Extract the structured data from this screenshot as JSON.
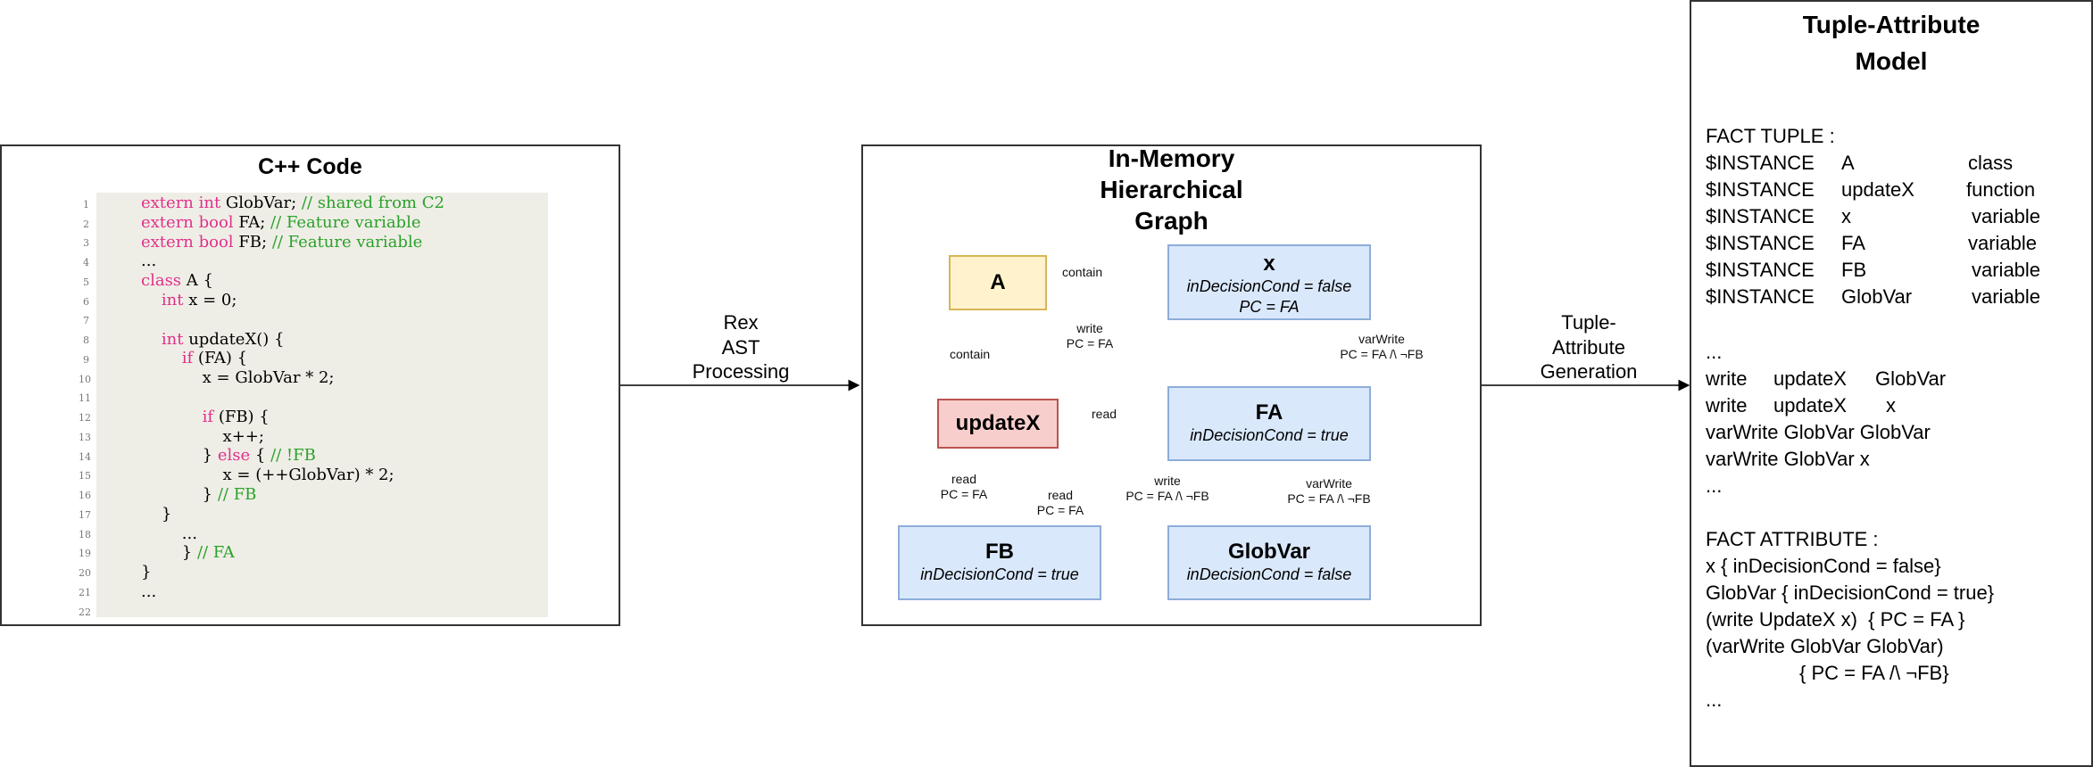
{
  "cpp_panel": {
    "title": "C++ Code",
    "line_numbers": [
      "1",
      "2",
      "3",
      "4",
      "5",
      "6",
      "7",
      "8",
      "9",
      "10",
      "11",
      "12",
      "13",
      "14",
      "15",
      "16",
      "17",
      "18",
      "19",
      "20",
      "21",
      "22"
    ]
  },
  "arrow_labels": {
    "rex": [
      "Rex",
      "AST",
      "Processing"
    ],
    "tuple_gen": [
      "Tuple-",
      "Attribute",
      "Generation"
    ]
  },
  "graph_panel": {
    "title": [
      "In-Memory",
      "Hierarchical",
      "Graph"
    ],
    "nodes": {
      "A": {
        "label": "A"
      },
      "updateX": {
        "label": "updateX"
      },
      "x": {
        "label": "x",
        "details": [
          "inDecisionCond = false",
          "PC = FA"
        ]
      },
      "FA": {
        "label": "FA",
        "details": [
          "inDecisionCond = true"
        ]
      },
      "FB": {
        "label": "FB",
        "details": [
          "inDecisionCond = true"
        ]
      },
      "GlobVar": {
        "label": "GlobVar",
        "details": [
          "inDecisionCond = false"
        ]
      }
    },
    "edges": {
      "a_x": [
        "contain"
      ],
      "a_updatex": [
        "contain"
      ],
      "updatex_x": [
        "write",
        "PC = FA"
      ],
      "updatex_fa": [
        "read"
      ],
      "updatex_fb": [
        "read",
        "PC = FA"
      ],
      "updatex_globvar_read": [
        "read",
        "PC = FA"
      ],
      "updatex_globvar_write": [
        "write",
        "PC = FA /\\ ¬FB"
      ],
      "globvar_self": [
        "varWrite",
        "PC = FA /\\ ¬FB"
      ],
      "globvar_x": [
        "varWrite",
        "PC = FA /\\ ¬FB"
      ]
    }
  },
  "model_panel": {
    "title": [
      "Tuple-Attribute",
      "Model"
    ],
    "fact_tuple_header": "FACT TUPLE :",
    "instance_rows": [
      [
        "$INSTANCE",
        "A",
        "class"
      ],
      [
        "$INSTANCE",
        "updateX",
        "function"
      ],
      [
        "$INSTANCE",
        "x",
        "variable"
      ],
      [
        "$INSTANCE",
        "FA",
        "variable"
      ],
      [
        "$INSTANCE",
        "FB",
        "variable"
      ],
      [
        "$INSTANCE",
        "GlobVar",
        "variable"
      ]
    ],
    "ellipsis": "...",
    "relation_rows": [
      [
        "write",
        "updateX",
        "GlobVar"
      ],
      [
        "write",
        "updateX",
        "x"
      ]
    ],
    "varwrite_rows": [
      "varWrite GlobVar GlobVar",
      "varWrite GlobVar x"
    ],
    "fact_attribute_header": "FACT ATTRIBUTE :",
    "attribute_rows": [
      "x { inDecisionCond = false}",
      "GlobVar { inDecisionCond = true}",
      "(write UpdateX x)  { PC = FA }",
      "(varWrite GlobVar GlobVar)",
      "{ PC = FA /\\ ¬FB}"
    ]
  }
}
